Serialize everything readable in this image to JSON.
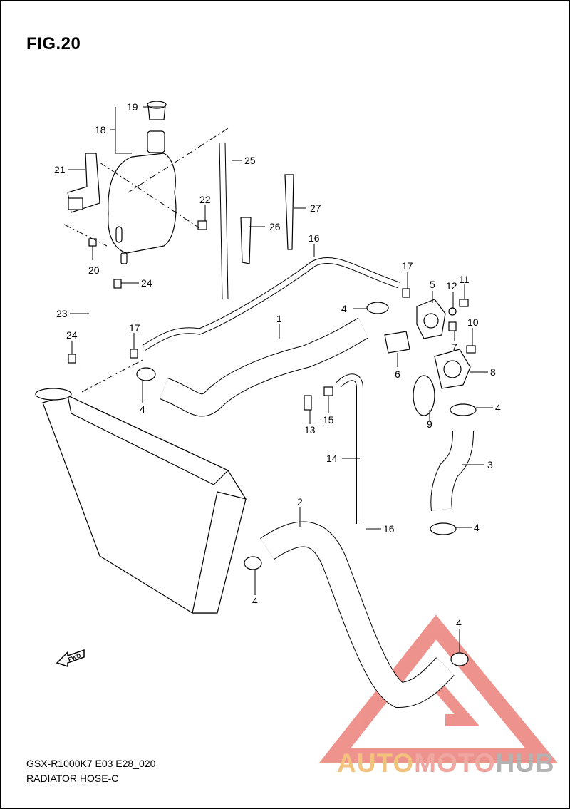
{
  "figure": {
    "title": "FIG.20",
    "model_code": "GSX-R1000K7 E03 E28_020",
    "subtitle": "RADIATOR HOSE-C",
    "fwd_label": "FWD"
  },
  "watermark": {
    "part1": "AUTO",
    "part2": "MOTO",
    "part3": "HUB",
    "color1": "#f3c27c",
    "color2": "#f0a7a1",
    "color3": "#b3b3b3",
    "triangle_color": "#e03a2f"
  },
  "callouts": {
    "c1": "1",
    "c2": "2",
    "c3": "3",
    "c4a": "4",
    "c4b": "4",
    "c4c": "4",
    "c4d": "4",
    "c4e": "4",
    "c4f": "4",
    "c5": "5",
    "c6": "6",
    "c7": "7",
    "c8": "8",
    "c9": "9",
    "c10": "10",
    "c11": "11",
    "c12": "12",
    "c13": "13",
    "c14": "14",
    "c15": "15",
    "c16a": "16",
    "c16b": "16",
    "c17a": "17",
    "c17b": "17",
    "c18": "18",
    "c19": "19",
    "c20": "20",
    "c21": "21",
    "c22": "22",
    "c23": "23",
    "c24a": "24",
    "c24b": "24",
    "c25": "25",
    "c26": "26",
    "c27": "27"
  }
}
